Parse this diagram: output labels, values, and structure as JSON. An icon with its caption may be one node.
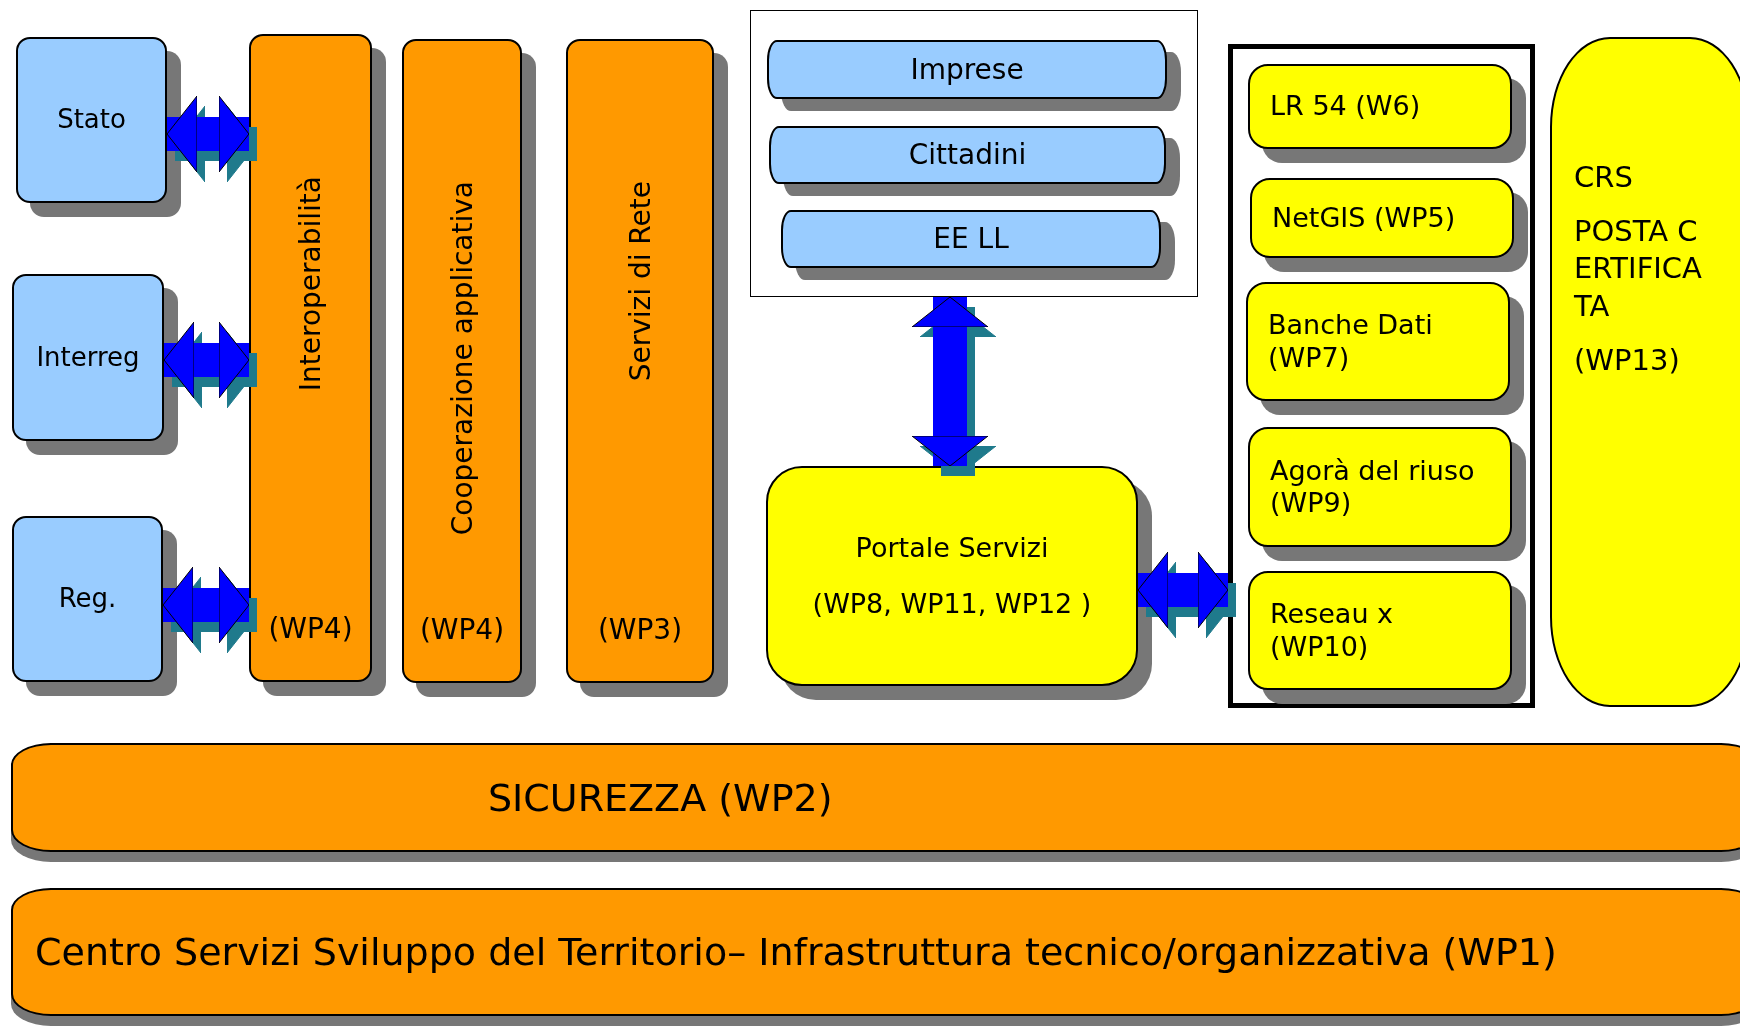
{
  "diagram": {
    "nodes": [
      {
        "text": [
          "Stato"
        ]
      },
      {
        "text": [
          "Interreg"
        ]
      },
      {
        "text": [
          "Reg."
        ]
      },
      {
        "text": [
          "Interoperabilità",
          "(WP4)"
        ]
      },
      {
        "text": [
          "Cooperazione applicativa",
          "(WP4)"
        ]
      },
      {
        "text": [
          "Servizi di Rete",
          "(WP3)"
        ]
      },
      {
        "text": [],
        "shape": "box"
      },
      {
        "text": [
          "Imprese"
        ],
        "in": 6
      },
      {
        "text": [
          "Cittadini"
        ],
        "in": 6
      },
      {
        "text": [
          "EE LL"
        ],
        "in": 6
      },
      {
        "text": [
          "Portale Servizi",
          "(WP8, WP11, WP12 )"
        ]
      },
      {
        "text": [],
        "shape": "box"
      },
      {
        "text": [
          "LR 54 (W6)"
        ],
        "in": 11
      },
      {
        "text": [
          "NetGIS (WP5)"
        ],
        "in": 11
      },
      {
        "text": [
          "Banche Dati (WP7)"
        ],
        "in": 11
      },
      {
        "text": [
          "Agorà del riuso (WP9)"
        ],
        "in": 11
      },
      {
        "text": [
          "Reseau x (WP10)"
        ],
        "in": 11
      },
      {
        "text": [
          "CRS",
          "POSTA CERTIFICATA",
          "(WP13)"
        ]
      },
      {
        "text": [
          "SICUREZZA (WP2)"
        ]
      },
      {
        "text": [
          "Centro Servizi Sviluppo del Territorio– Infrastruttura tecnico/organizzativa (WP1)"
        ]
      }
    ],
    "edges": [
      {
        "from": 0,
        "to": 3,
        "arrow": "both"
      },
      {
        "from": 1,
        "to": 3,
        "arrow": "both"
      },
      {
        "from": 2,
        "to": 3,
        "arrow": "both"
      },
      {
        "from": 10,
        "to": 6,
        "arrow": "both"
      },
      {
        "from": 10,
        "to": 11,
        "arrow": "both"
      }
    ]
  }
}
